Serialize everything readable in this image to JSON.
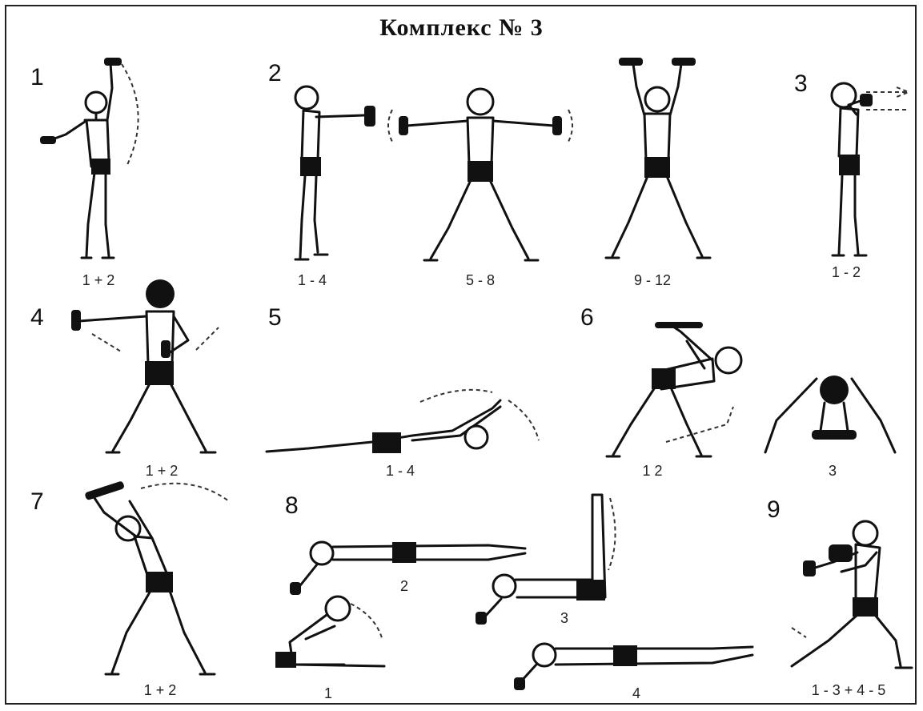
{
  "title": "Комплекс № 3",
  "exercises": [
    {
      "number": "1",
      "captions": [
        "1 + 2"
      ]
    },
    {
      "number": "2",
      "captions": [
        "1 - 4",
        "5 - 8",
        "9 - 12"
      ]
    },
    {
      "number": "3",
      "captions": [
        "1 - 2"
      ]
    },
    {
      "number": "4",
      "captions": [
        "1 + 2"
      ]
    },
    {
      "number": "5",
      "captions": [
        "1 - 4"
      ]
    },
    {
      "number": "6",
      "captions": [
        "1  2",
        "3"
      ]
    },
    {
      "number": "7",
      "captions": [
        "1 + 2"
      ]
    },
    {
      "number": "8",
      "captions": [
        "2",
        "3",
        "1",
        "4"
      ]
    },
    {
      "number": "9",
      "captions": [
        "1 - 3 + 4 - 5"
      ]
    }
  ]
}
